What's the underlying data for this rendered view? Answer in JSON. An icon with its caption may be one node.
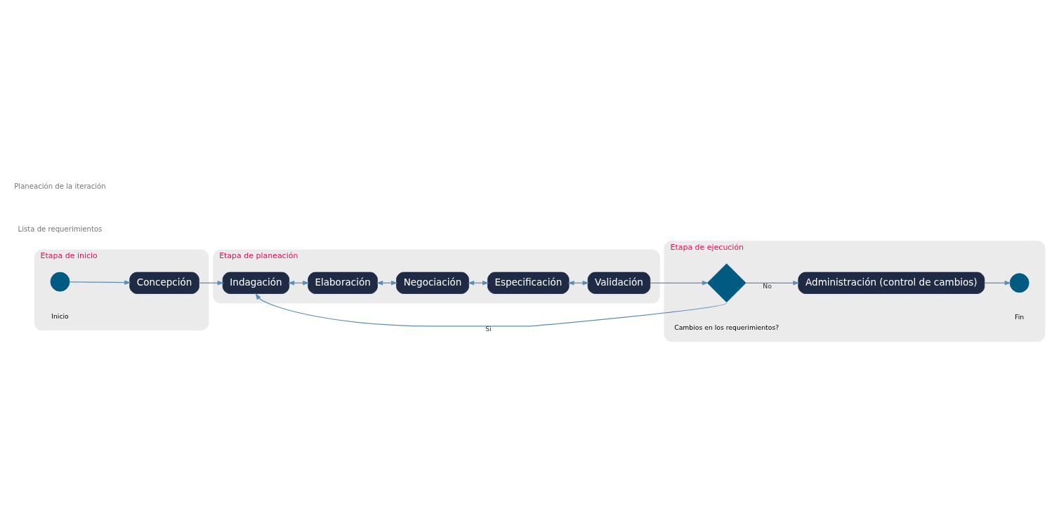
{
  "diagram": {
    "nodes": [
      {
        "text": [
          "Etapa de inicio"
        ]
      },
      {
        "text": [],
        "shape": "circle",
        "in": 0,
        "beside": [
          "Inicio"
        ]
      },
      {
        "text": [
          "Concepción"
        ],
        "in": 0
      },
      {
        "text": [
          "Etapa de planeación"
        ]
      },
      {
        "text": [
          "Indagación"
        ],
        "in": 3
      },
      {
        "text": [
          "Elaboración"
        ],
        "in": 3
      },
      {
        "text": [
          "Negociación"
        ],
        "in": 3
      },
      {
        "text": [
          "Especificación"
        ],
        "in": 3
      },
      {
        "text": [
          "Validación"
        ],
        "in": 3
      },
      {
        "text": [
          "Etapa de ejecución"
        ]
      },
      {
        "text": [],
        "shape": "diamond",
        "in": 9,
        "beside": [
          "Cambios en los requerimientos?"
        ]
      },
      {
        "text": [
          "Administración (control de cambios)"
        ],
        "in": 9
      },
      {
        "text": [],
        "shape": "circle",
        "in": 9,
        "beside": [
          "Fin"
        ]
      }
    ],
    "edges": [
      {
        "from": 1,
        "to": 2,
        "arrow": "to"
      },
      {
        "from": 2,
        "to": 4,
        "arrow": "to"
      },
      {
        "from": 4,
        "to": 5,
        "arrow": "both"
      },
      {
        "from": 5,
        "to": 6,
        "arrow": "both"
      },
      {
        "from": 6,
        "to": 7,
        "arrow": "both"
      },
      {
        "from": 7,
        "to": 8,
        "arrow": "both"
      },
      {
        "from": 8,
        "to": 10,
        "arrow": "to"
      },
      {
        "from": 10,
        "to": 4,
        "arrow": "to",
        "label": "Si"
      },
      {
        "from": 10,
        "to": 11,
        "arrow": "to",
        "label": "No"
      },
      {
        "from": 11,
        "to": 12,
        "arrow": "to"
      }
    ],
    "labels": [
      "Lista de requerimientos",
      "Planeación de la iteración"
    ]
  }
}
